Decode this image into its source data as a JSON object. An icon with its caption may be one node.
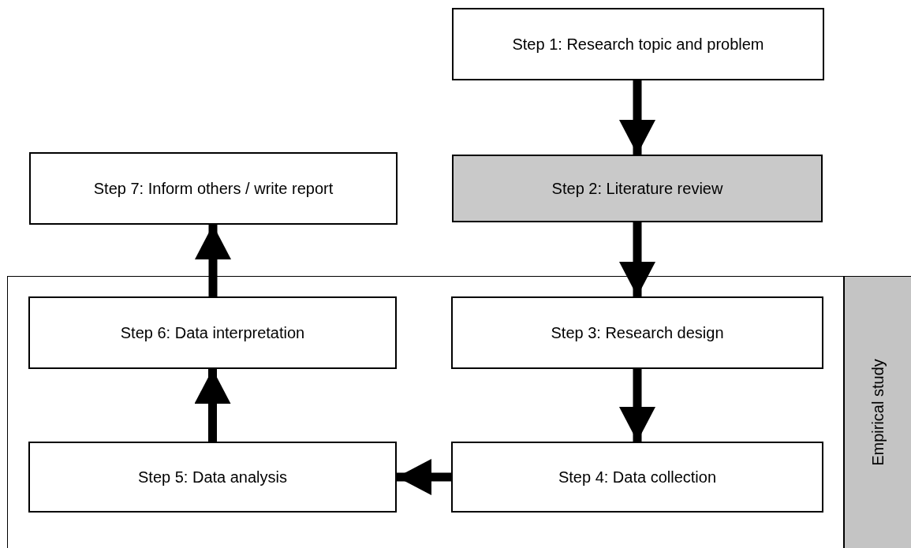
{
  "diagram": {
    "nodes": [
      {
        "text": [
          "Step 1: Research topic and problem"
        ]
      },
      {
        "text": [
          "Step 7: Inform others / write report"
        ]
      },
      {
        "text": [
          "Step 2: Literature review"
        ]
      },
      {
        "text": [
          "Empirical study"
        ]
      },
      {
        "text": [
          "Step 6: Data interpretation"
        ],
        "in": 3
      },
      {
        "text": [
          "Step 3: Research design"
        ],
        "in": 3
      },
      {
        "text": [
          "Step 5: Data analysis"
        ],
        "in": 3
      },
      {
        "text": [
          "Step 4: Data collection"
        ],
        "in": 3
      }
    ],
    "edges": [
      {
        "from": 0,
        "to": 2,
        "arrow": "to"
      },
      {
        "from": 2,
        "to": 5,
        "arrow": "to"
      },
      {
        "from": 5,
        "to": 7,
        "arrow": "to"
      },
      {
        "from": 7,
        "to": 6,
        "arrow": "to"
      },
      {
        "from": 6,
        "to": 4,
        "arrow": "to"
      },
      {
        "from": 4,
        "to": 1,
        "arrow": "to"
      }
    ]
  }
}
